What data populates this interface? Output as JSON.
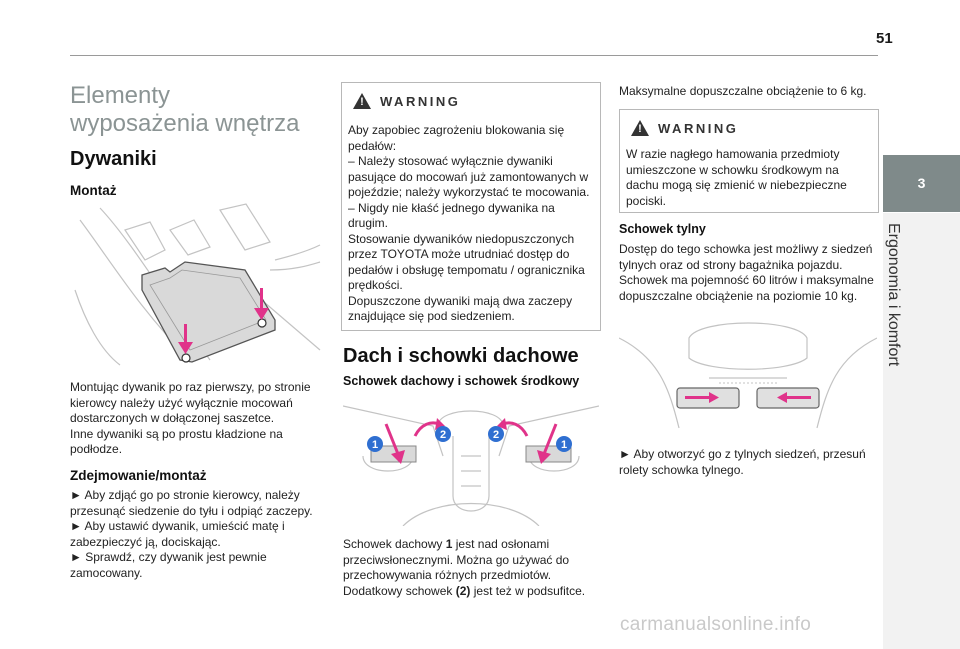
{
  "page_number": "51",
  "sidebar": {
    "chapter_number": "3",
    "chapter_title": "Ergonomia i komfort"
  },
  "col1": {
    "section_title": "Elementy wyposażenia wnętrza",
    "heading": "Dywaniki",
    "sub1": "Montaż",
    "para1": [
      "Montując dywanik po raz pierwszy, po stronie",
      "kierowcy należy użyć wyłącznie mocowań",
      "dostarczonych w dołączonej saszetce.",
      "Inne dywaniki są po prostu kładzione na",
      "podłodze."
    ],
    "sub2": "Zdejmowanie/montaż",
    "steps": [
      "► Aby zdjąć go po stronie kierowcy, należy",
      "przesunąć siedzenie do tyłu i odpiąć zaczepy.",
      "► Aby ustawić dywanik, umieścić matę i",
      "zabezpieczyć ją, dociskając.",
      "► Sprawdź, czy dywanik jest pewnie",
      "zamocowany."
    ]
  },
  "col2": {
    "warning_title": "WARNING",
    "warning_lines": [
      "Aby zapobiec zagrożeniu blokowania się",
      "pedałów:",
      "–  Należy stosować wyłącznie dywaniki",
      "pasujące do mocowań już zamontowanych w",
      "pojeździe; należy wykorzystać te mocowania.",
      "–  Nigdy nie kłaść jednego dywanika na",
      "drugim.",
      "Stosowanie dywaników niedopuszczonych",
      "przez TOYOTA może utrudniać dostęp do",
      "pedałów i obsługę tempomatu / ogranicznika",
      "prędkości.",
      "Dopuszczone dywaniki mają dwa zaczepy",
      "znajdujące się pod siedzeniem."
    ],
    "heading": "Dach i schowki dachowe",
    "sub1": "Schowek dachowy i schowek środkowy",
    "bottom_l1_a": "Schowek dachowy ",
    "bottom_l1_b": "1",
    "bottom_l1_c": " jest nad osłonami",
    "bottom_l2": "przeciwsłonecznymi. Można go używać do",
    "bottom_l3": "przechowywania różnych przedmiotów.",
    "bottom_l4_a": "Dodatkowy schowek ",
    "bottom_l4_b": "(2)",
    "bottom_l4_c": " jest też w podsufitce.",
    "callout_1": "1",
    "callout_2": "2"
  },
  "col3": {
    "top_line": "Maksymalne dopuszczalne obciążenie to 6 kg.",
    "warning_title": "WARNING",
    "warning_lines": [
      "W razie nagłego hamowania przedmioty",
      "umieszczone w schowku środkowym na",
      "dachu mogą się zmienić w niebezpieczne",
      "pociski."
    ],
    "sub1": "Schowek tylny",
    "para1": [
      "Dostęp do tego schowka jest możliwy z siedzeń",
      "tylnych oraz od strony bagażnika pojazdu.",
      "Schowek ma pojemność 60 litrów i maksymalne",
      "dopuszczalne obciążenie na poziomie 10 kg."
    ],
    "step": [
      "► Aby otworzyć go z tylnych siedzeń, przesuń",
      "rolety schowka tylnego."
    ]
  },
  "watermark": "carmanualsonline.info",
  "colors": {
    "accent_pink": "#e0338a",
    "tab_grey": "#7f8a8a",
    "title_grey": "#8b9494",
    "callout_blue": "#2f6fd1"
  }
}
